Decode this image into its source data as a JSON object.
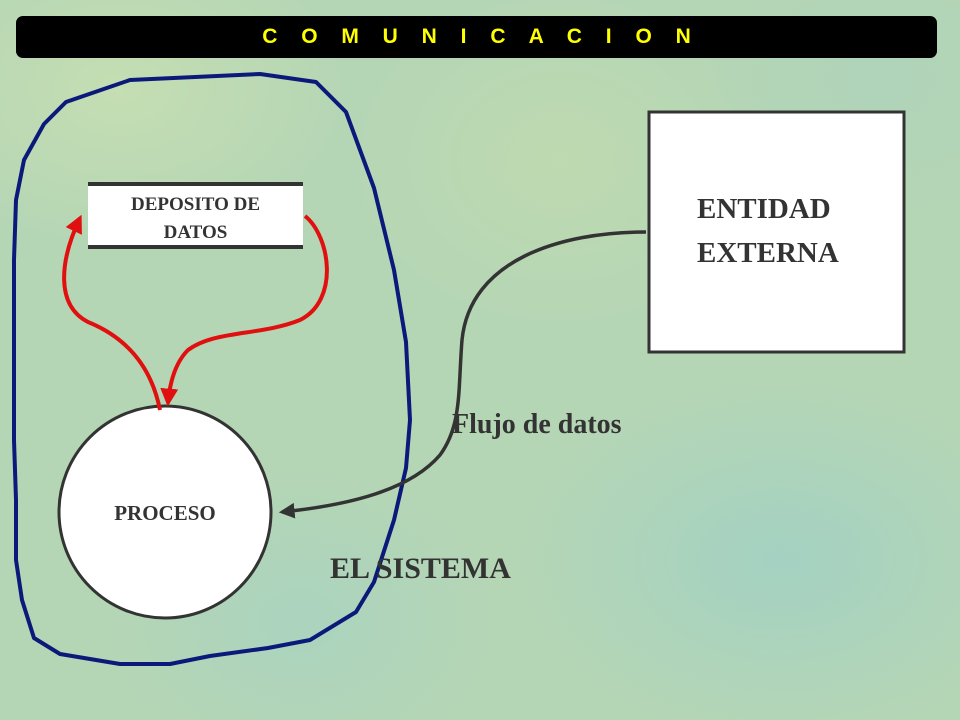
{
  "header": {
    "title": "C O M U N I C A C I O N"
  },
  "diagram": {
    "data_store": {
      "line1": "DEPOSITO DE",
      "line2": "DATOS"
    },
    "process": {
      "label": "PROCESO"
    },
    "external_entity": {
      "line1": "ENTIDAD",
      "line2": "EXTERNA"
    },
    "data_flow": {
      "label": "Flujo de datos"
    },
    "system": {
      "label": "EL SISTEMA"
    }
  },
  "colors": {
    "title_bar": "#000000",
    "title_text": "#ffff00",
    "system_boundary": "#0b1a7a",
    "store_flows": "#e01010",
    "entity_flow": "#333333",
    "text": "#333333"
  }
}
